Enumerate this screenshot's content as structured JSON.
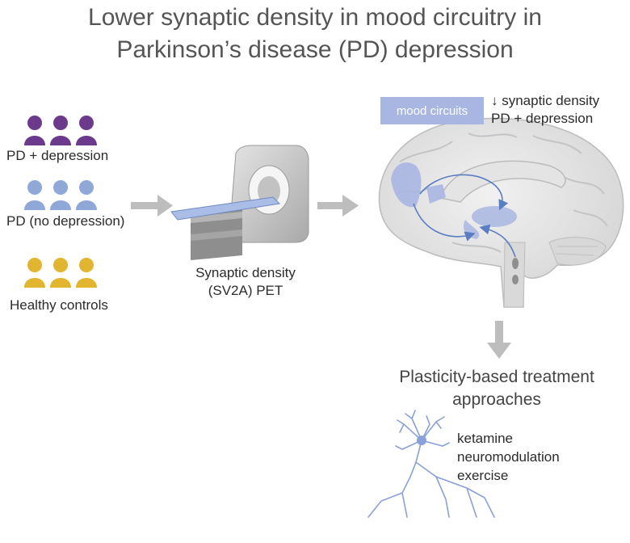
{
  "title": {
    "line1": "Lower synaptic density in mood circuitry in",
    "line2": "Parkinson’s disease (PD) depression"
  },
  "groups": [
    {
      "label": "PD + depression",
      "color": "#6b3a8c"
    },
    {
      "label": "PD (no depression)",
      "color": "#8fa8d8"
    },
    {
      "label": "Healthy controls",
      "color": "#e2b531"
    }
  ],
  "scanner": {
    "label_line1": "Synaptic density",
    "label_line2": "(SV2A) PET",
    "icon": "pet-scanner-icon"
  },
  "brain": {
    "icon": "brain-sagittal-icon",
    "region_color": "#a9b6e2",
    "legend_label": "mood circuits",
    "finding_line1": "↓ synaptic density",
    "finding_line2": "PD + depression"
  },
  "treatment": {
    "title_line1": "Plasticity-based treatment",
    "title_line2": "approaches",
    "items": [
      "ketamine",
      "neuromodulation",
      "exercise"
    ],
    "icon": "neuron-icon"
  },
  "colors": {
    "arrow": "#bdbdbd",
    "title": "#555555",
    "neuron": "#8aa0d8"
  }
}
